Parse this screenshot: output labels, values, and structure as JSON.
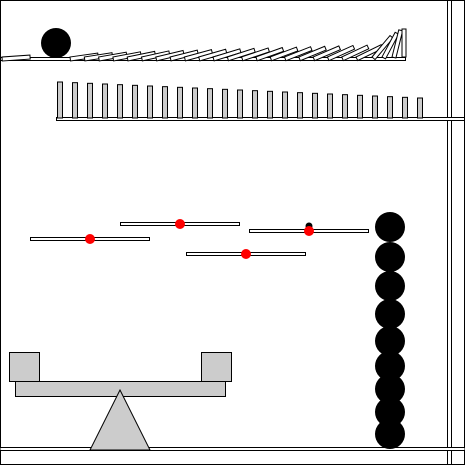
{
  "scene": {
    "background_color": "#ffffff",
    "stroke_color": "#000000",
    "piece_fill": "#cccccc",
    "ball_color": "#000000",
    "pivot_color": "#ff0000",
    "top_shelf": {
      "domino_count": 26,
      "state": "toppling"
    },
    "middle_shelf": {
      "domino_count": 25,
      "state": "standing"
    },
    "rotating_bars": {
      "count": 4,
      "pivot_marker": "red-dot"
    },
    "ball_stack": {
      "count": 9
    },
    "seesaw": {
      "blocks": 2,
      "fulcrum": "triangle"
    }
  }
}
